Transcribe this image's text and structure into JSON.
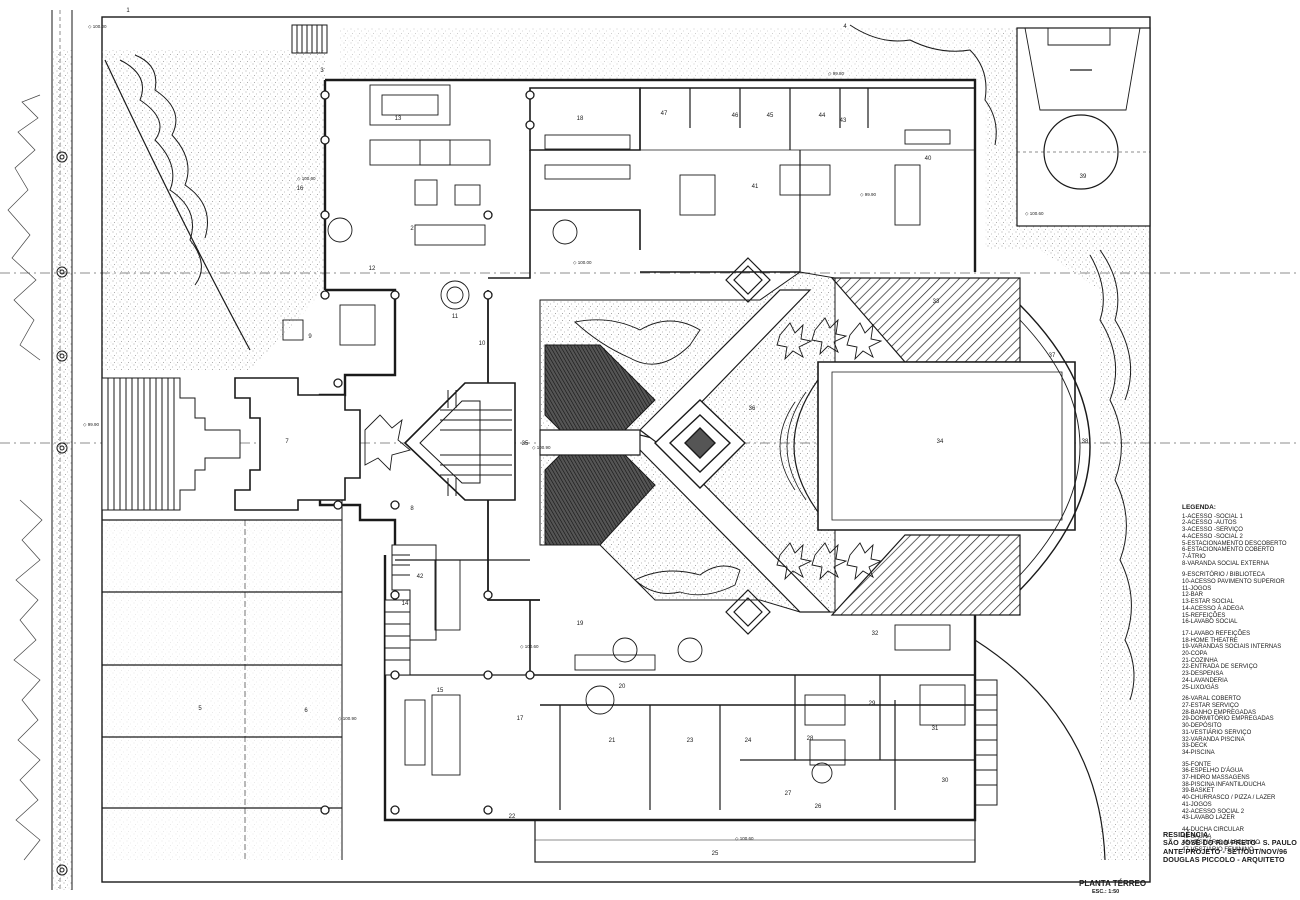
{
  "colors": {
    "line": "#1a1a1a",
    "stipple": "#b5b5b5",
    "hatch": "#2a2a2a",
    "dark_fill": "#3a3a3a",
    "paper": "#ffffff"
  },
  "legend": {
    "title": "LEGENDA:",
    "groups": [
      [
        "1-ACESSO -SOCIAL 1",
        "2-ACESSO -AUTOS",
        "3-ACESSO -SERVIÇO",
        "4-ACESSO -SOCIAL 2",
        "5-ESTACIONAMENTO DESCOBERTO",
        "6-ESTACIONAMENTO COBERTO",
        "7-ÁTRIO",
        "8-VARANDA SOCIAL EXTERNA"
      ],
      [
        "9-ESCRITÓRIO / BIBLIOTECA",
        "10-ACESSO PAVIMENTO SUPERIOR",
        "11-JOGOS",
        "12-BAR",
        "13-ESTAR SOCIAL",
        "14-ACESSO À ADEGA",
        "15-REFEIÇÕES",
        "16-LAVABO SOCIAL"
      ],
      [
        "17-LAVABO REFEIÇÕES",
        "18-HOME THEATRE",
        "19-VARANDAS SOCIAIS INTERNAS",
        "20-COPA",
        "21-COZINHA",
        "22-ENTRADA DE SERVIÇO",
        "23-DESPENSA",
        "24-LAVANDERIA",
        "25-LIXO/GÁS"
      ],
      [
        "26-VARAL COBERTO",
        "27-ESTAR SERVIÇO",
        "28-BANHO EMPREGADAS",
        "29-DORMITÓRIO EMPREGADAS",
        "30-DEPÓSITO",
        "31-VESTIÁRIO SERVIÇO",
        "32-VARANDA PISCINA",
        "33-DECK",
        "34-PISCINA"
      ],
      [
        "35-FONTE",
        "36-ESPELHO D'ÁGUA",
        "37-HIDRO MASSAGENS",
        "38-PISCINA INFANTIL/DUCHA",
        "39-BASKET",
        "40-CHURRASCO / PIZZA / LAZER",
        "41-JOGOS",
        "42-ACESSO SOCIAL 2",
        "43-LAVABO LAZER"
      ],
      [
        "44-DUCHA CIRCULAR",
        "45-SAUNA",
        "46-VESTIÁRIO MASCULINO",
        "47-VESTIÁRIO FEMININO"
      ]
    ]
  },
  "title_block": {
    "line1": "RESIDÊNCIA",
    "line2": "SÃO JOSÉ DO RIO PRETO - S. PAULO",
    "line3": "ANTE-PROJETO - SET/OUT/NOV/96",
    "line4": "DOUGLAS PICCOLO - ARQUITETO"
  },
  "drawing": {
    "title": "PLANTA TÉRREO",
    "scale": "ESC.: 1:50"
  },
  "room_numbers": [
    "1",
    "2",
    "3",
    "4",
    "5",
    "6",
    "7",
    "8",
    "9",
    "10",
    "11",
    "12",
    "13",
    "14",
    "15",
    "16",
    "17",
    "18",
    "19",
    "20",
    "21",
    "22",
    "23",
    "24",
    "25",
    "26",
    "27",
    "28",
    "29",
    "30",
    "31",
    "32",
    "33",
    "34",
    "35",
    "36",
    "37",
    "38",
    "39",
    "40",
    "41",
    "42",
    "43",
    "44",
    "45",
    "46",
    "47"
  ],
  "level_marks": [
    "100.00",
    "99.90",
    "100.90",
    "100.60",
    "99.90",
    "100.00",
    "100.60",
    "100.90",
    "100.60",
    "99.80",
    "100.60"
  ]
}
